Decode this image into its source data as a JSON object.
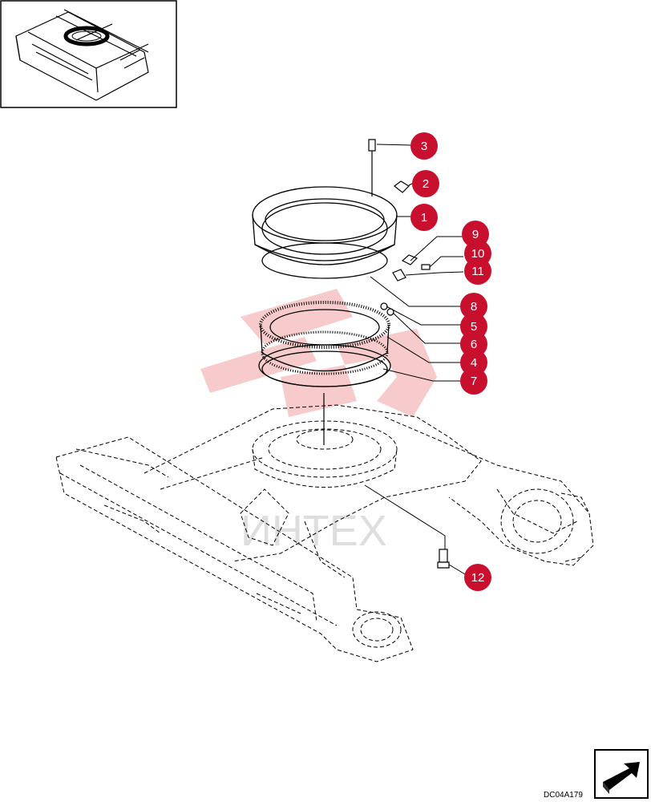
{
  "diagram": {
    "drawing_code": "DC04A179",
    "watermark_text": "ИНТЕХ",
    "accent_color": "#c8102e",
    "watermark_color": "#f4b6b6"
  },
  "callouts": [
    {
      "id": "c3",
      "label": "3"
    },
    {
      "id": "c2",
      "label": "2"
    },
    {
      "id": "c1",
      "label": "1"
    },
    {
      "id": "c9",
      "label": "9"
    },
    {
      "id": "c10",
      "label": "10"
    },
    {
      "id": "c11",
      "label": "11"
    },
    {
      "id": "c8",
      "label": "8"
    },
    {
      "id": "c5",
      "label": "5"
    },
    {
      "id": "c6",
      "label": "6"
    },
    {
      "id": "c4",
      "label": "4"
    },
    {
      "id": "c7",
      "label": "7"
    },
    {
      "id": "c12",
      "label": "12"
    }
  ],
  "icons": {
    "locator": "undercarriage-locator-icon",
    "next_page": "next-page-arrow-icon"
  }
}
